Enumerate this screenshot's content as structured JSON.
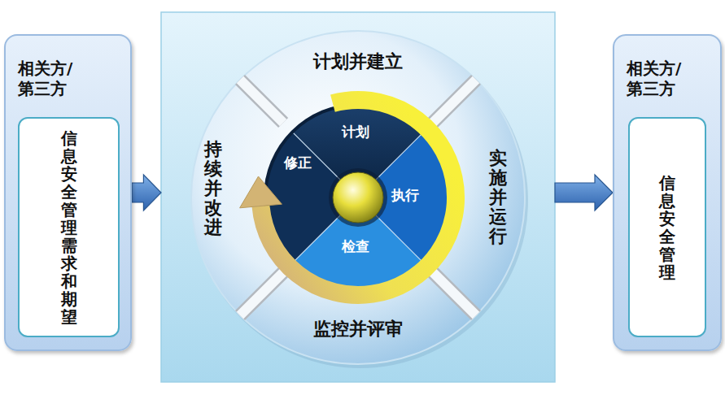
{
  "diagram": {
    "nodes": [
      {
        "text": [
          "相关方/ 第三方"
        ]
      },
      {
        "text": [
          "信息安全管理需求和期望"
        ],
        "in": 0
      },
      {
        "text": []
      },
      {
        "text": [
          "计划并建立"
        ],
        "in": 2
      },
      {
        "text": [
          "实施并运行"
        ],
        "in": 2
      },
      {
        "text": [
          "监控并评审"
        ],
        "in": 2
      },
      {
        "text": [
          "持续并改进"
        ],
        "in": 2
      },
      {
        "text": [
          "计划"
        ],
        "in": 2
      },
      {
        "text": [
          "执行"
        ],
        "in": 2
      },
      {
        "text": [
          "检查"
        ],
        "in": 2
      },
      {
        "text": [
          "修正"
        ],
        "in": 2
      },
      {
        "text": [
          "相关方/ 第三方"
        ]
      },
      {
        "text": [
          "信息安全管理"
        ],
        "in": 11
      }
    ],
    "edges": [
      {
        "from": 0,
        "to": 2,
        "arrow": "to"
      },
      {
        "from": 2,
        "to": 11,
        "arrow": "to"
      }
    ]
  }
}
